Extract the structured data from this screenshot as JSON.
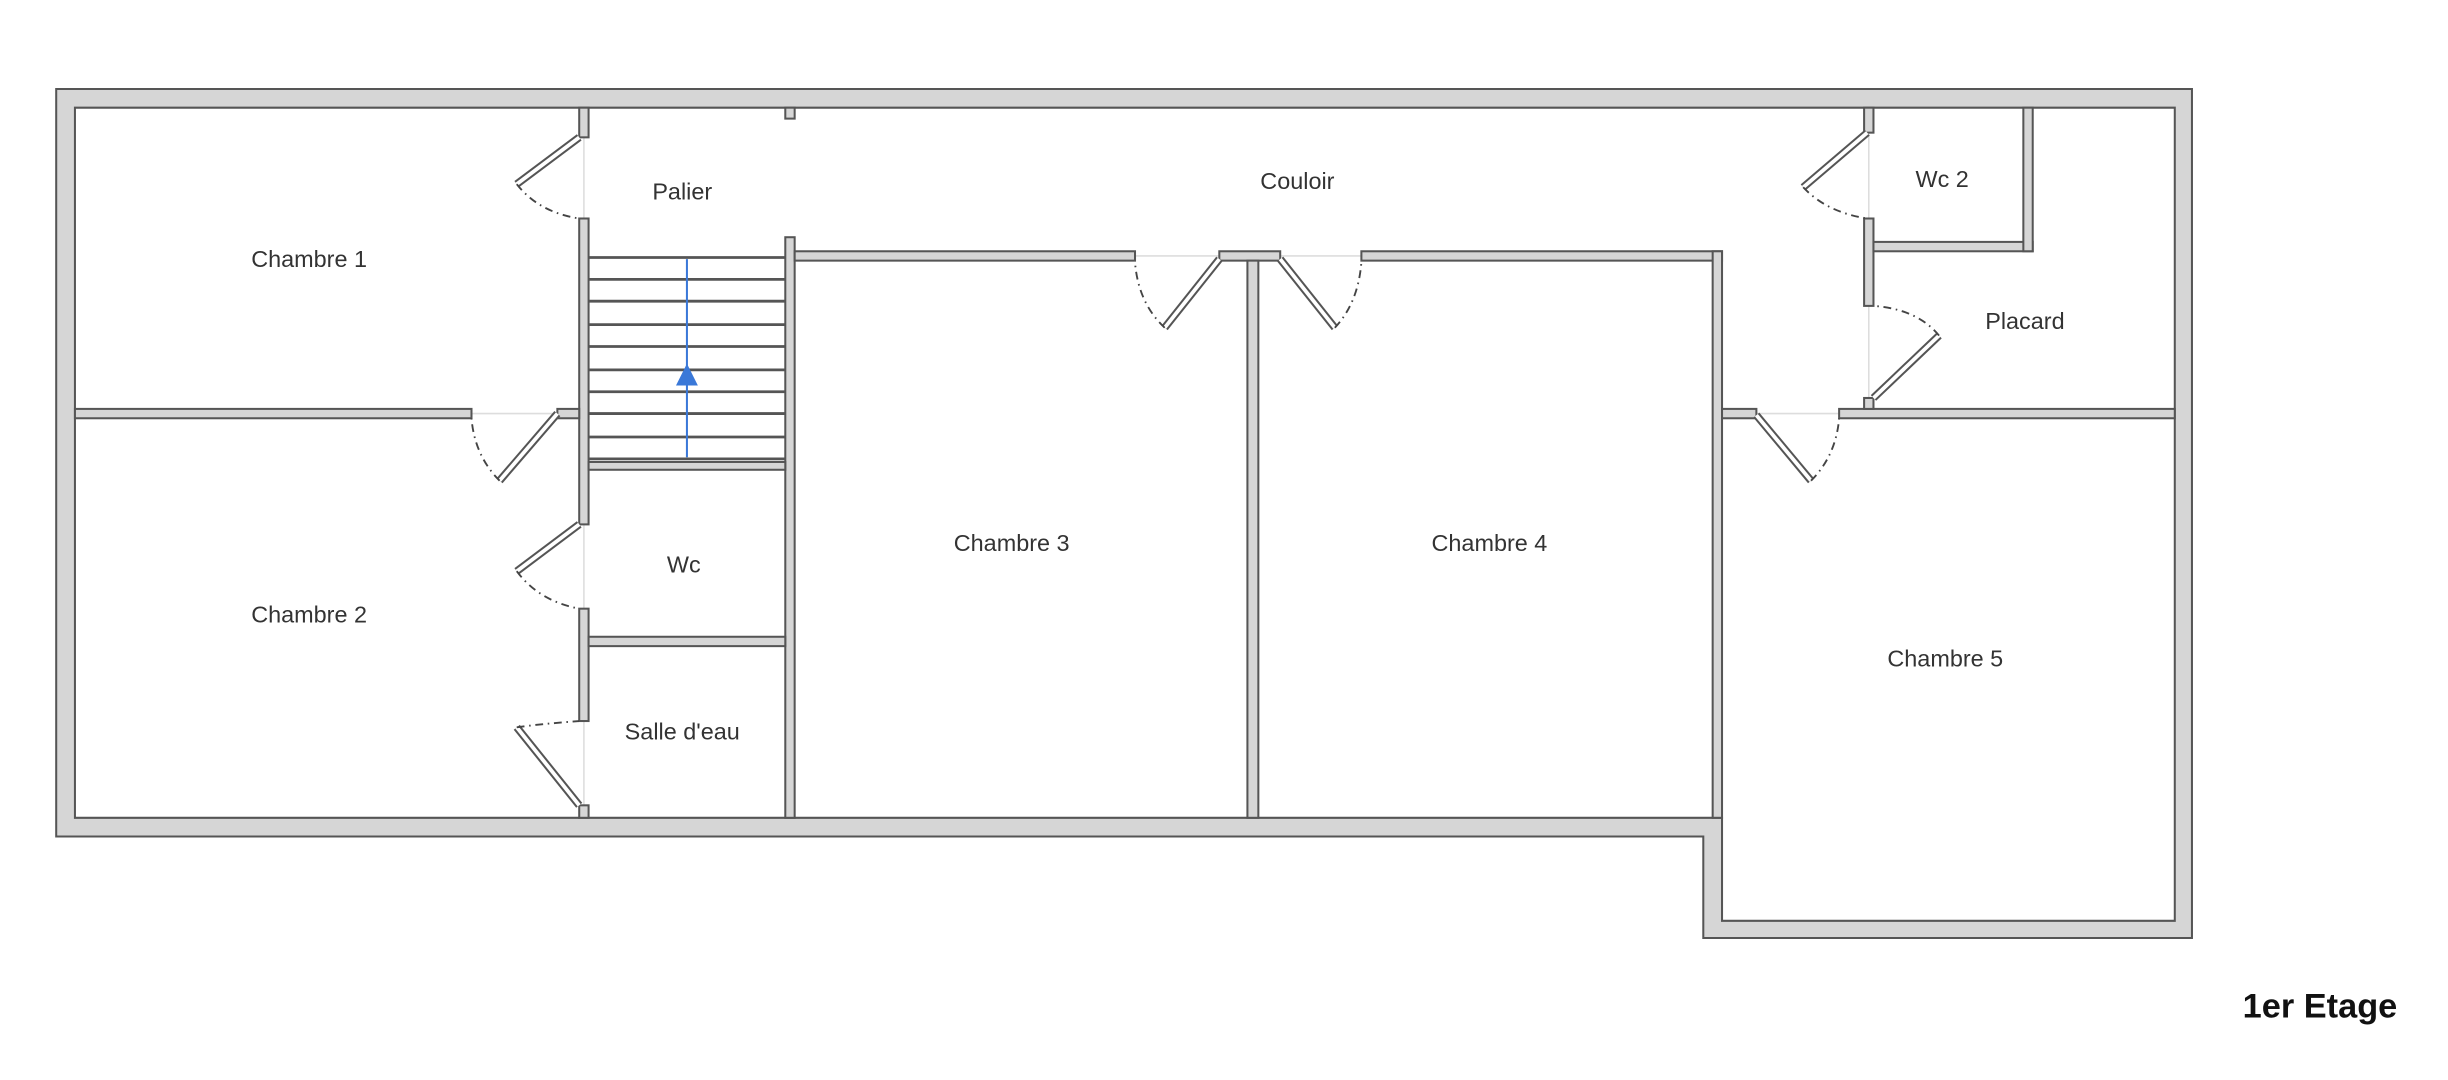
{
  "plan": {
    "floor_title": "1er Etage",
    "rooms": {
      "chambre1": "Chambre 1",
      "chambre2": "Chambre 2",
      "chambre3": "Chambre 3",
      "chambre4": "Chambre 4",
      "chambre5": "Chambre 5",
      "palier": "Palier",
      "couloir": "Couloir",
      "wc": "Wc",
      "wc2": "Wc 2",
      "salle_deau": "Salle d'eau",
      "placard": "Placard"
    },
    "colors": {
      "wall_fill": "#d6d6d6",
      "wall_line": "#555555",
      "stair_arrow": "#3a78d8"
    }
  }
}
